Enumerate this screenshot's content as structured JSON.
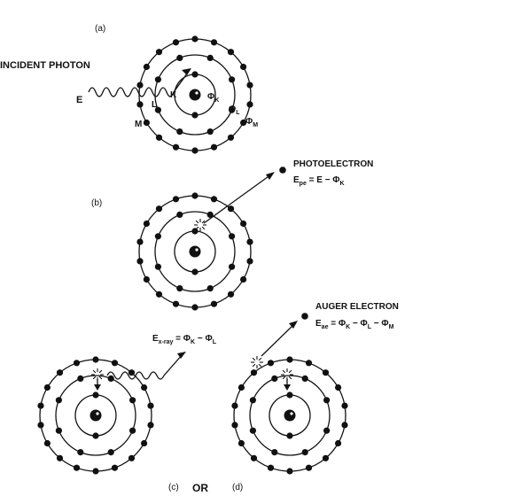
{
  "panels": {
    "a": {
      "label": "(a)",
      "incident_photon_label": "INCIDENT PHOTON",
      "energy_label": "E",
      "shell_labels": [
        "K",
        "L",
        "M"
      ],
      "phi_labels": [
        {
          "base": "Φ",
          "sub": "K"
        },
        {
          "base": "Φ",
          "sub": "L"
        },
        {
          "base": "Φ",
          "sub": "M"
        }
      ]
    },
    "b": {
      "label": "(b)",
      "photoelectron_title": "PHOTOELECTRON",
      "equation": {
        "lhs": "E",
        "lhs_sub": "pe",
        "rhs": " = E − Φ",
        "rhs_sub": "K"
      }
    },
    "c": {
      "label": "(c)",
      "equation": {
        "lhs": "E",
        "lhs_sub": "x-ray",
        "mid": " = Φ",
        "mid_sub": "K",
        "tail": " − Φ",
        "tail_sub": "L"
      }
    },
    "d": {
      "label": "(d)",
      "auger_title": "AUGER ELECTRON",
      "equation": {
        "lhs": "E",
        "lhs_sub": "ae",
        "p1": " = Φ",
        "p1_sub": "K",
        "p2": " − Φ",
        "p2_sub": "L",
        "p3": " − Φ",
        "p3_sub": "M"
      }
    },
    "or_label": "OR"
  },
  "atom_structure": {
    "shell_electron_counts": [
      2,
      8,
      18
    ]
  }
}
